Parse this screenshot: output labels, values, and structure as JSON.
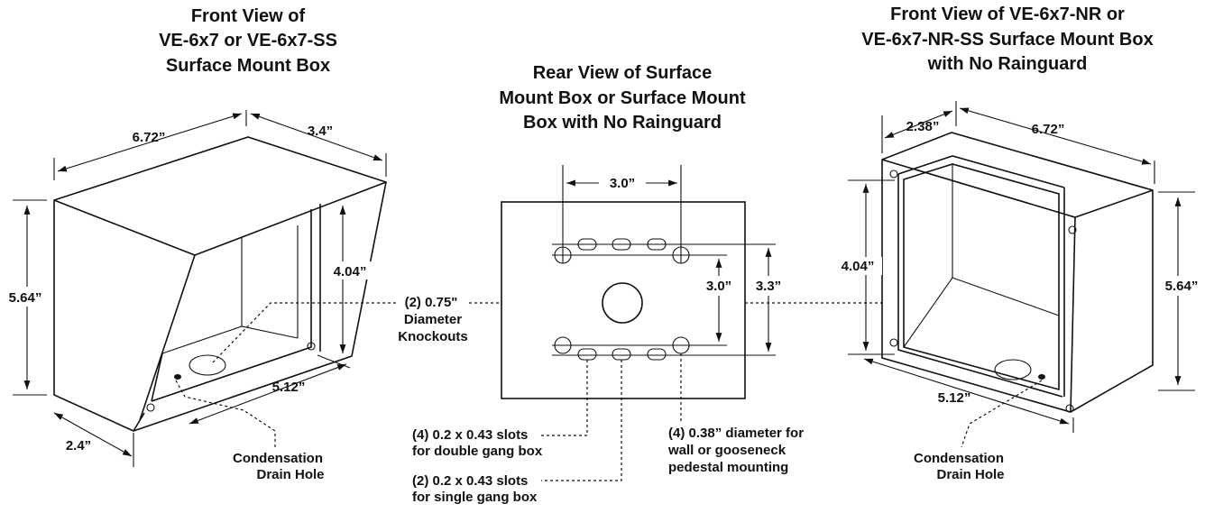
{
  "titles": {
    "left": [
      "Front View of",
      "VE-6x7 or VE-6x7-SS",
      "Surface Mount Box"
    ],
    "center": [
      "Rear View of Surface",
      "Mount Box or Surface Mount",
      "Box with No Rainguard"
    ],
    "right": [
      "Front View of VE-6x7-NR or",
      "VE-6x7-NR-SS Surface Mount Box",
      "with No Rainguard"
    ]
  },
  "left_dims": {
    "width": "6.72”",
    "depth_top": "3.4”",
    "height": "5.64”",
    "inner_height": "4.04”",
    "inner_width": "5.12”",
    "depth_bottom": "2.4”"
  },
  "right_dims": {
    "depth": "2.38”",
    "width": "6.72”",
    "inner_height": "4.04”",
    "height": "5.64”",
    "inner_width": "5.12”"
  },
  "center_dims": {
    "hole_spacing": "3.0”",
    "vertical_inner": "3.0”",
    "vertical_outer": "3.3”"
  },
  "knockouts": [
    "(2) 0.75\"",
    "Diameter",
    "Knockouts"
  ],
  "condensation_left": [
    "Condensation",
    "Drain Hole"
  ],
  "condensation_right": [
    "Condensation",
    "Drain Hole"
  ],
  "slots_double": [
    "(4) 0.2 x 0.43 slots",
    "for double gang box"
  ],
  "slots_single": [
    "(2) 0.2 x 0.43 slots",
    "for single gang box"
  ],
  "mounting_holes": [
    "(4) 0.38” diameter for",
    "wall or gooseneck",
    "pedestal mounting"
  ]
}
